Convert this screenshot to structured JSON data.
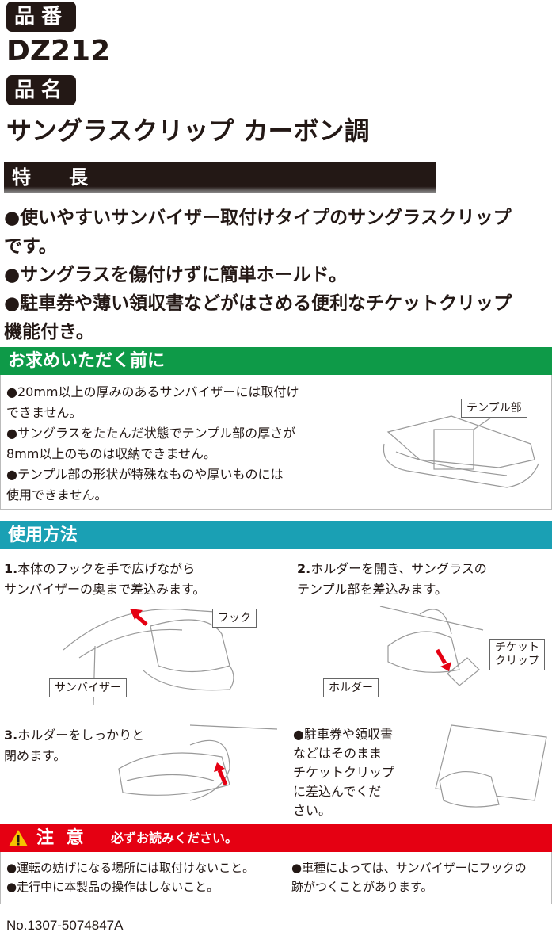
{
  "header": {
    "code_label": "品番",
    "code": "DZ212",
    "name_label": "品名",
    "name": "サングラスクリップ カーボン調"
  },
  "features": {
    "title": "特　　長",
    "items": [
      "●使いやすいサンバイザー取付けタイプのサングラスクリップです。",
      "●サングラスを傷付けずに簡単ホールド。",
      "●駐車券や薄い領収書などがはさめる便利なチケットクリップ機能付き。"
    ],
    "lines": [
      "●使いやすいサンバイザー取付けタイプのサングラスクリップ",
      "です。",
      "●サングラスを傷付けずに簡単ホールド。",
      "●駐車券や薄い領収書などがはさめる便利なチケットクリップ",
      "機能付き。"
    ]
  },
  "before": {
    "title": "お求めいただく前に",
    "lines": [
      "●20mm以上の厚みのあるサンバイザーには取付け",
      "できません。",
      "●サングラスをたたんだ状態でテンプル部の厚さが",
      "8mm以上のものは収納できません。",
      "●テンプル部の形状が特殊なものや厚いものには",
      "使用できません。"
    ],
    "callout": "テンプル部"
  },
  "usage": {
    "title": "使用方法",
    "step1": {
      "num": "1.",
      "lines": [
        "本体のフックを手で広げながら",
        "サンバイザーの奥まで差込みます。"
      ],
      "callouts": [
        "フック",
        "サンバイザー"
      ]
    },
    "step2": {
      "num": "2.",
      "lines": [
        "ホルダーを開き、サングラスの",
        "テンプル部を差込みます。"
      ],
      "callouts": [
        "チケット",
        "クリップ",
        "ホルダー"
      ]
    },
    "step3": {
      "num": "3.",
      "lines": [
        "ホルダーをしっかりと",
        "閉めます。"
      ]
    },
    "note": {
      "lines": [
        "●駐車券や領収書",
        "などはそのまま",
        "チケットクリップ",
        "に差込んでくだ",
        "さい。"
      ]
    }
  },
  "caution": {
    "title": "注 意",
    "subtitle": "必ずお読みください。",
    "left": [
      "●運転の妨げになる場所には取付けないこと。",
      "●走行中に本製品の操作はしないこと。"
    ],
    "right": [
      "●車種によっては、サンバイザーにフックの",
      "跡がつくことがあります。"
    ]
  },
  "footer": {
    "code": "No.1307-5074847A"
  },
  "colors": {
    "dark": "#231815",
    "green": "#0e9a48",
    "teal": "#1aa0b4",
    "red": "#e50012"
  }
}
